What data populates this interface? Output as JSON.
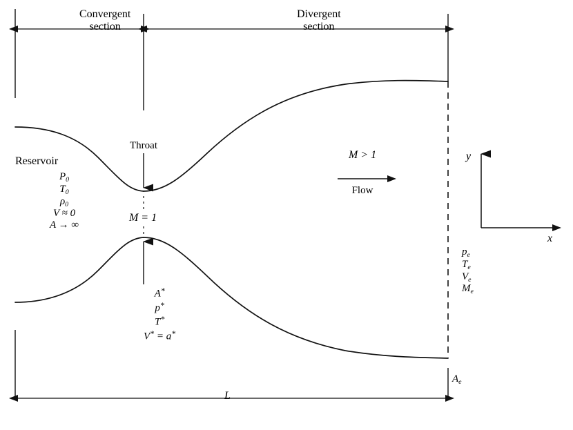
{
  "figure": {
    "title": "Convergent-divergent nozzle schematic",
    "ink_color": "#111111",
    "background": "#ffffff"
  },
  "top_dimensions": {
    "convergent": {
      "line1": "Convergent",
      "line2": "section"
    },
    "divergent": {
      "line1": "Divergent",
      "line2": "section"
    }
  },
  "throat": {
    "callout": "Throat",
    "mach_label": "M = 1",
    "star_props": {
      "area": "A*",
      "pressure": "p*",
      "temperature": "T*",
      "velocity": "V* = a*"
    }
  },
  "reservoir": {
    "heading": "Reservoir",
    "props": {
      "p0": "P0",
      "t0": "T0",
      "rho0": "ρ0",
      "v0": "V ≈ 0",
      "a0": "A → ∞"
    }
  },
  "flow": {
    "mach_label": "M > 1",
    "caption": "Flow"
  },
  "axes": {
    "y_label": "y",
    "x_label": "x"
  },
  "exit": {
    "pressure": "pe",
    "temperature": "Te",
    "velocity": "Ve",
    "mach": "Me",
    "area": "Ae"
  },
  "bottom_dimension": {
    "length_label": "L"
  }
}
